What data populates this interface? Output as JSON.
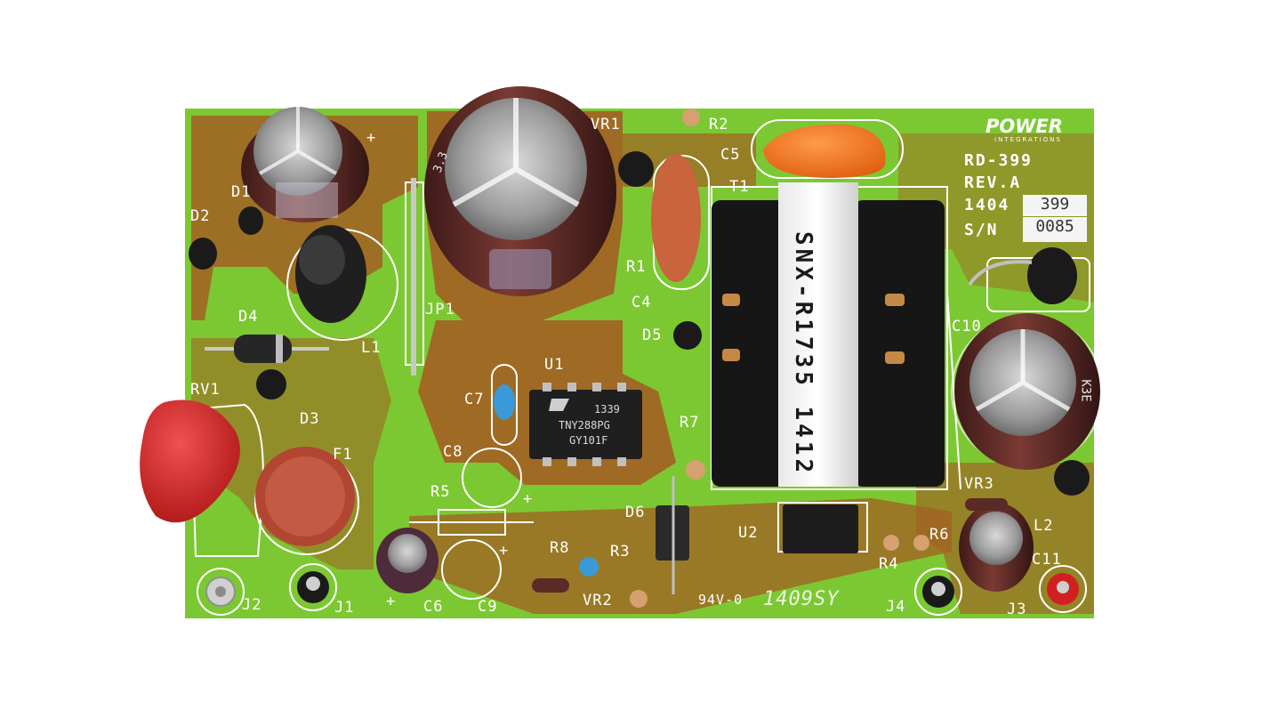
{
  "board": {
    "brand": "POWER",
    "brand_sub": "INTEGRATIONS",
    "ref_design": "RD-399",
    "revision": "REV.A",
    "date_code": "1404",
    "sn_label": "S/N",
    "serial_line1": "399",
    "serial_line2": "0085",
    "flammability": "94V-0",
    "mfg_code": "1409SY"
  },
  "transformer": {
    "marking": "SNX-R1735 1412"
  },
  "ic_u1": {
    "line1": "1339",
    "line2": "TNY288PG",
    "line3": "GY101F"
  },
  "capacitor_marks": {
    "bulk": "3.3",
    "output": "K3E"
  },
  "labels": {
    "rv1": "RV1",
    "f1": "F1",
    "d1": "D1",
    "d2": "D2",
    "d3": "D3",
    "d4": "D4",
    "d5": "D5",
    "d6": "D6",
    "l1": "L1",
    "l2": "L2",
    "jp1": "JP1",
    "u1": "U1",
    "u2": "U2",
    "t1": "T1",
    "c4": "C4",
    "c5": "C5",
    "c6": "C6",
    "c7": "C7",
    "c8": "C8",
    "c9": "C9",
    "c10": "C10",
    "c11": "C11",
    "r1": "R1",
    "r2": "R2",
    "r3": "R3",
    "r4": "R4",
    "r5": "R5",
    "r6": "R6",
    "r7": "R7",
    "r8": "R8",
    "vr1": "VR1",
    "vr2": "VR2",
    "vr3": "VR3",
    "j1": "J1",
    "j2": "J2",
    "j3": "J3",
    "j4": "J4",
    "plus1": "+",
    "plus2": "+",
    "plus3": "+",
    "plus4": "+"
  },
  "colors": {
    "pcb_green": "#7cc832",
    "copper": "#9a5a1e",
    "capacitor_brown": "#5a2a26",
    "varistor_red": "#d42a2a",
    "fuse_red": "#b04a38",
    "y_cap_orange": "#f07a24",
    "silkscreen": "#ffffff"
  }
}
